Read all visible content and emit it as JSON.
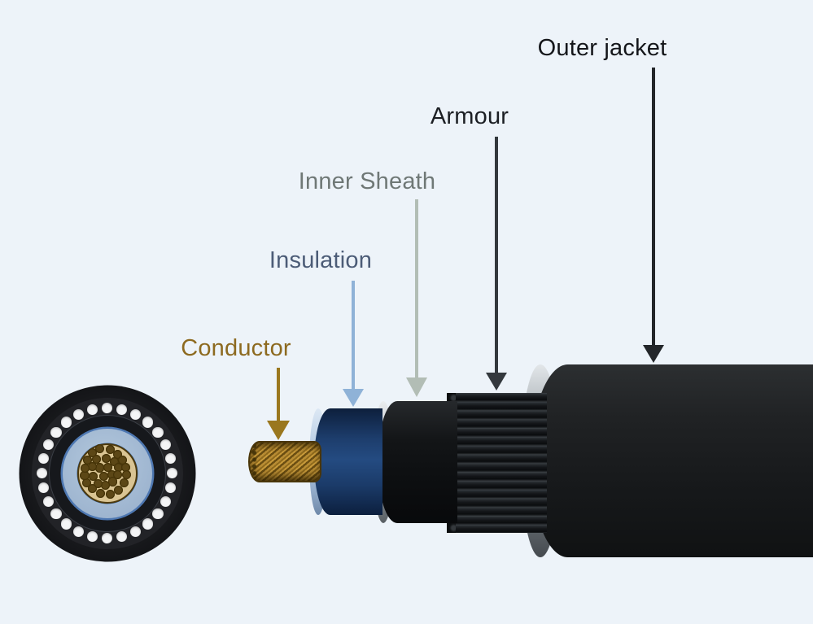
{
  "title": "Armoured power cable construction diagram",
  "background_color": "#edf3f9",
  "labels": {
    "outer_jacket": {
      "text": "Outer jacket",
      "color": "#14161a"
    },
    "armour": {
      "text": "Armour",
      "color": "#1c1f24"
    },
    "inner_sheath": {
      "text": "Inner Sheath",
      "color": "#6f7876"
    },
    "insulation": {
      "text": "Insulation",
      "color": "#4c5c77"
    },
    "conductor": {
      "text": "Conductor",
      "color": "#8d6a20"
    }
  },
  "arrows": {
    "outer_jacket": {
      "color": "#23262a"
    },
    "armour": {
      "color": "#33383d"
    },
    "inner_sheath": {
      "color": "#b2bdb5"
    },
    "insulation": {
      "color": "#8fb2d7"
    },
    "conductor": {
      "color": "#9a771e"
    }
  },
  "cable_colors": {
    "outer_jacket_body": "#17191b",
    "outer_jacket_cap": "#a7aeb3",
    "armour_rods": "#1a1d20",
    "inner_sheath_body": "#0c0e10",
    "inner_sheath_cap": "#bcc2c7",
    "insulation_body": "#234a80",
    "insulation_cap": "#b6cce5",
    "conductor_body": "#ad832a",
    "conductor_outline": "#4a360a"
  },
  "cross_section": {
    "armour_wires": {
      "count": 28,
      "ring_radius": 80,
      "dot_radius": 6.6,
      "color": "#f4f5f6"
    },
    "conductor_strands": {
      "strand_radius": 5.6,
      "color": "#5c4716",
      "rings": [
        {
          "count": 4,
          "radius": 7.5,
          "start": 25
        },
        {
          "count": 10,
          "radius": 17,
          "start": 0
        },
        {
          "count": 16,
          "radius": 26.8,
          "start": 11
        }
      ]
    }
  }
}
